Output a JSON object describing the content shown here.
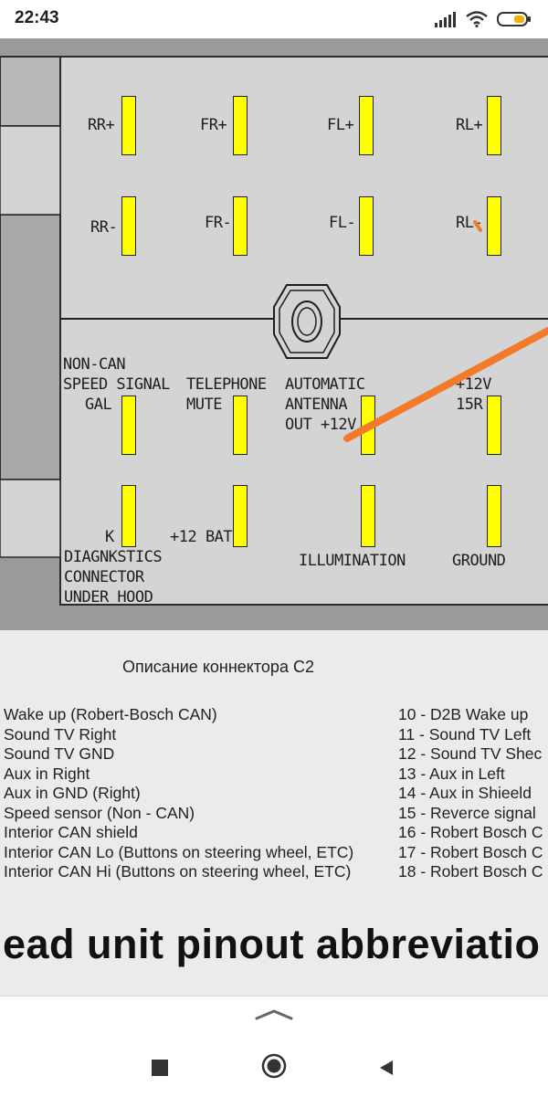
{
  "status_bar": {
    "time": "22:43",
    "battery_color": "#f4b000"
  },
  "diagram": {
    "pin_color": "#ffff00",
    "marker_color": "#f27a2a",
    "labels": {
      "rr_plus": "RR+",
      "fr_plus": "FR+",
      "fl_plus": "FL+",
      "rl_plus": "RL+",
      "rr_minus": "RR-",
      "fr_minus": "FR-",
      "fl_minus": "FL-",
      "rl_minus": "RL-",
      "non_can_1": "NON-CAN",
      "non_can_2": "SPEED SIGNAL",
      "non_can_3": "GAL",
      "telephone_1": "TELEPHONE",
      "telephone_2": "MUTE",
      "antenna_1": "AUTOMATIC",
      "antenna_2": "ANTENNA",
      "antenna_3": "OUT +12V",
      "plus12v_1": "+12V",
      "plus12v_2": "15R",
      "k": "K",
      "diag_1": "DIAGNKSTICS",
      "diag_2": "CONNECTOR",
      "diag_3": "UNDER HOOD",
      "bat": "+12 BAT",
      "illumination": "ILLUMINATION",
      "ground": "GROUND"
    }
  },
  "description": {
    "title": "Описание коннектора С2",
    "left_pins": [
      "Wake up (Robert-Bosch CAN)",
      "Sound TV Right",
      "Sound TV GND",
      "Aux in Right",
      "Aux in GND (Right)",
      "Speed sensor (Non - CAN)",
      "Interior CAN shield",
      "Interior CAN Lo (Buttons on steering wheel, ETC)",
      "Interior CAN Hi (Buttons on steering wheel, ETC)"
    ],
    "right_pins": [
      "10 - D2B Wake up",
      "11 - Sound TV Left",
      "12 - Sound TV Shec",
      "13 - Aux in Left",
      "14 - Aux in Shieeld",
      "15 - Reverce signal",
      "16 - Robert Bosch C",
      "17 - Robert Bosch C",
      "18 - Robert Bosch C"
    ],
    "headline": "lead unit pinout abbreviatio"
  }
}
